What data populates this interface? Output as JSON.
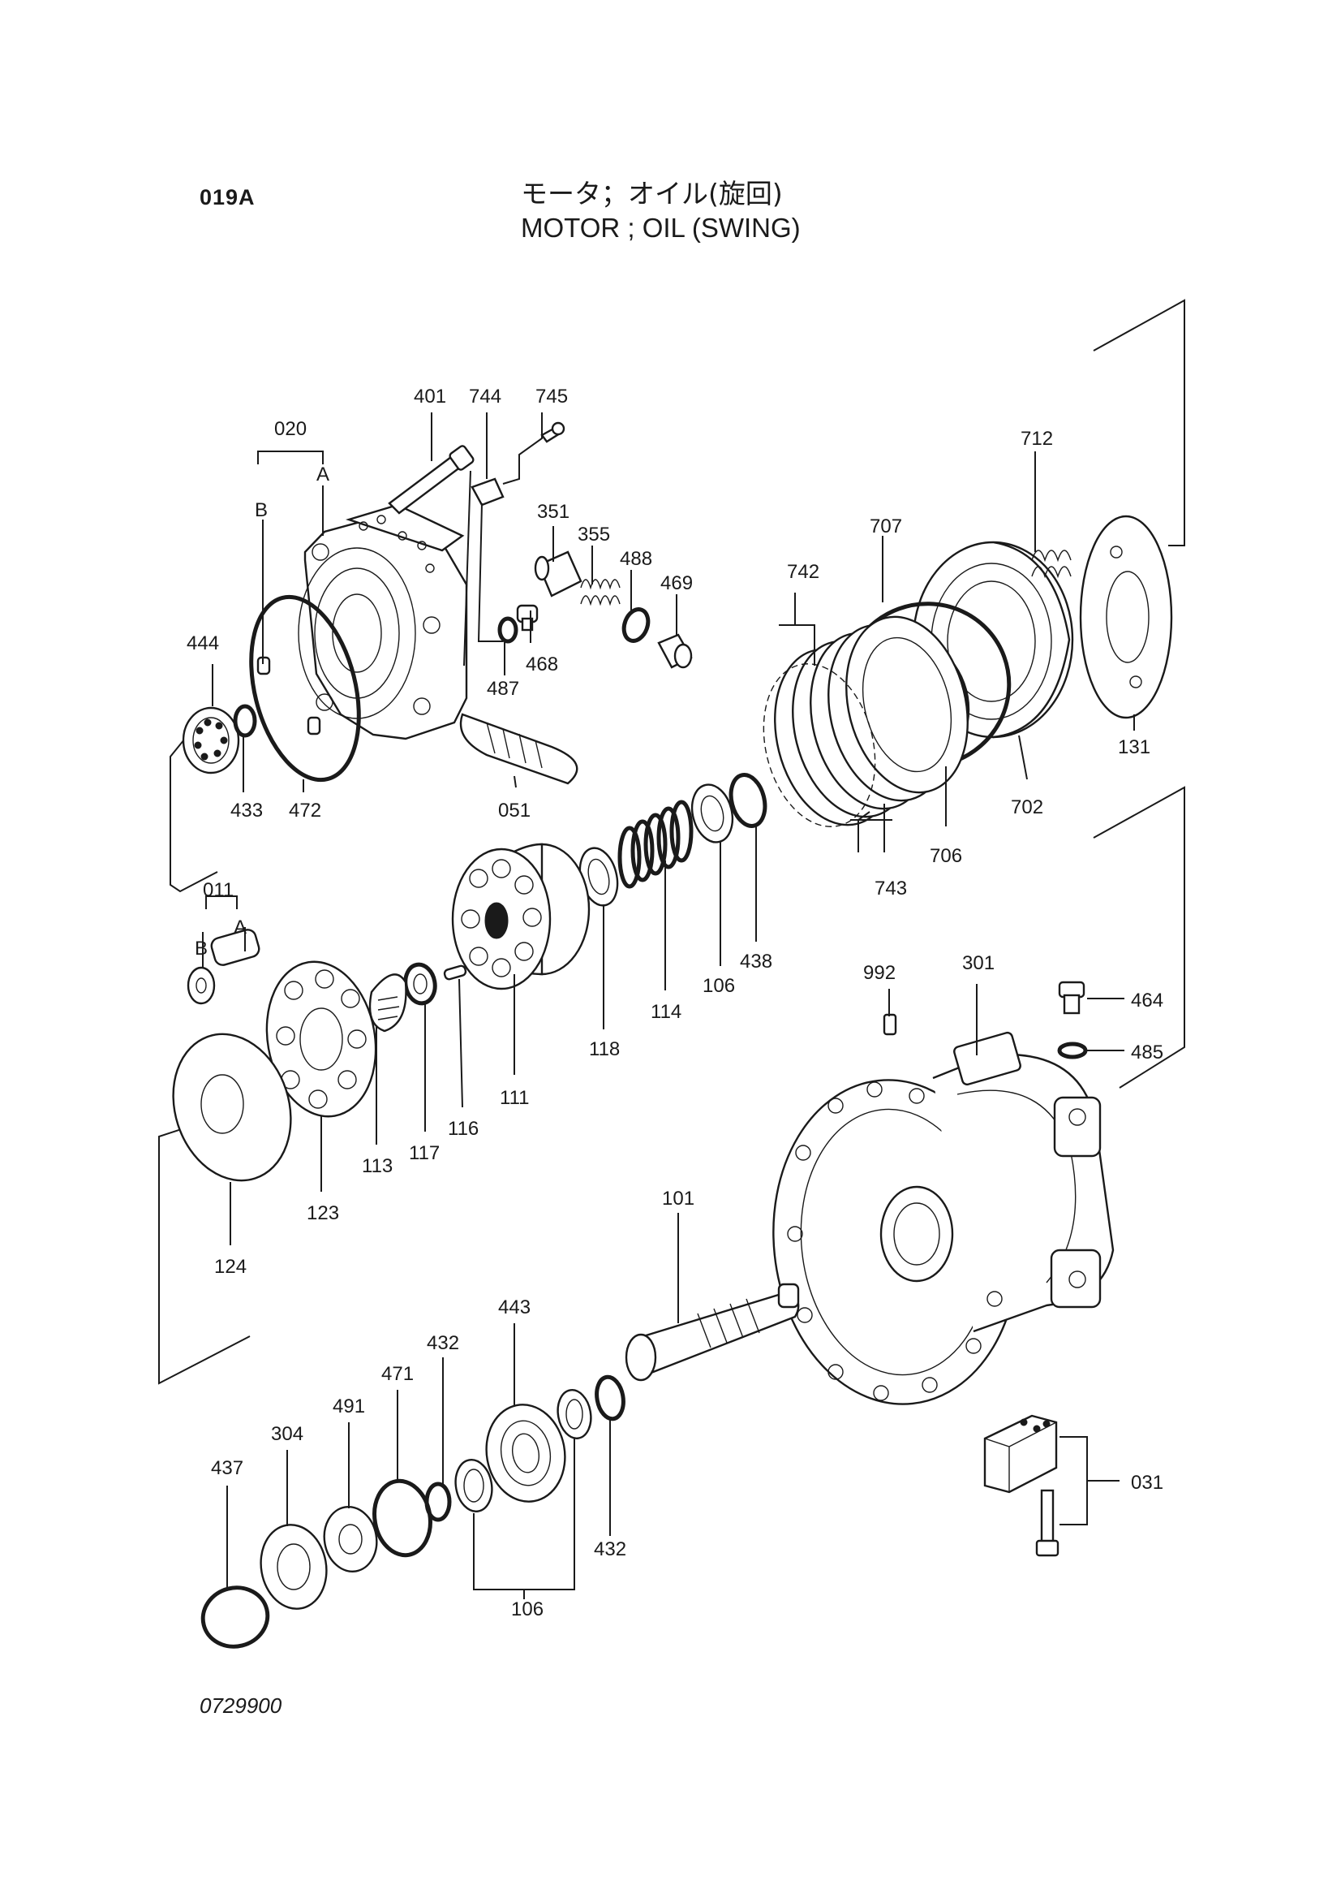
{
  "header": {
    "page_code": "019A",
    "title_jp": "モータ；オイル(旋回)",
    "title_en": "MOTOR ; OIL (SWING)"
  },
  "footer": {
    "doc_number": "0729900"
  },
  "callouts": {
    "p020": "020",
    "p401": "401",
    "p744": "744",
    "p745": "745",
    "p712": "712",
    "pB1": "B",
    "pA1": "A",
    "p351": "351",
    "p355": "355",
    "p488": "488",
    "p469": "469",
    "p707": "707",
    "p742": "742",
    "p444": "444",
    "p468": "468",
    "p487": "487",
    "p131": "131",
    "p433": "433",
    "p472": "472",
    "p051": "051",
    "p702": "702",
    "p706": "706",
    "p743": "743",
    "p011": "011",
    "pB2": "B",
    "pA2": "A",
    "p438": "438",
    "p106a": "106",
    "p992": "992",
    "p301": "301",
    "p464": "464",
    "p114": "114",
    "p118": "118",
    "p485": "485",
    "p117": "117",
    "p116": "116",
    "p111": "111",
    "p113": "113",
    "p123": "123",
    "p124": "124",
    "p101": "101",
    "p443": "443",
    "p432a": "432",
    "p471": "471",
    "p491": "491",
    "p304": "304",
    "p437": "437",
    "p031": "031",
    "p432b": "432",
    "p106b": "106"
  }
}
